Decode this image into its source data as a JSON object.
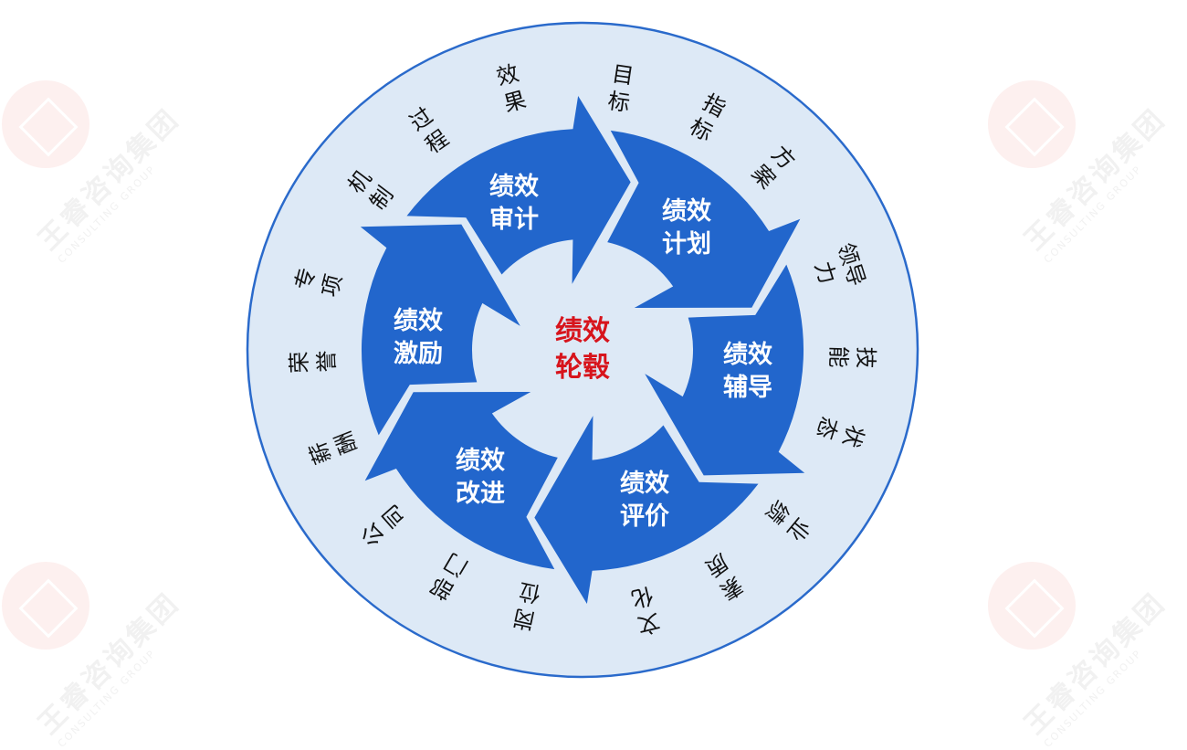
{
  "watermark": {
    "name": "王睿咨询集团",
    "subtitle": "CONSULTING GROUP"
  },
  "colors": {
    "ring_blue": "#2266cc",
    "disc_fill": "#dde9f6",
    "disc_border": "#2a6acb",
    "center_text": "#d7141c",
    "stage_text": "#ffffff",
    "outer_text": "#111111"
  },
  "diagram": {
    "center": {
      "line1": "绩效",
      "line2": "轮毂"
    },
    "stages": [
      {
        "line1": "绩效",
        "line2": "审计"
      },
      {
        "line1": "绩效",
        "line2": "计划"
      },
      {
        "line1": "绩效",
        "line2": "辅导"
      },
      {
        "line1": "绩效",
        "line2": "评价"
      },
      {
        "line1": "绩效",
        "line2": "改进"
      },
      {
        "line1": "绩效",
        "line2": "激励"
      }
    ],
    "outer_labels": [
      {
        "stage": "绩效审计",
        "lines": [
          "效",
          "果"
        ]
      },
      {
        "stage": "绩效审计",
        "lines": [
          "过",
          "程"
        ]
      },
      {
        "stage": "绩效审计",
        "lines": [
          "机",
          "制"
        ]
      },
      {
        "stage": "绩效激励",
        "lines": [
          "专",
          "项"
        ]
      },
      {
        "stage": "绩效激励",
        "lines": [
          "荣",
          "誉"
        ]
      },
      {
        "stage": "绩效激励",
        "lines": [
          "薪",
          "酬"
        ]
      },
      {
        "stage": "绩效改进",
        "lines": [
          "公",
          "司"
        ]
      },
      {
        "stage": "绩效改进",
        "lines": [
          "部",
          "门"
        ]
      },
      {
        "stage": "绩效改进",
        "lines": [
          "岗",
          "位"
        ]
      },
      {
        "stage": "绩效评价",
        "lines": [
          "文",
          "化"
        ]
      },
      {
        "stage": "绩效评价",
        "lines": [
          "素",
          "质"
        ]
      },
      {
        "stage": "绩效评价",
        "lines": [
          "业",
          "绩"
        ]
      },
      {
        "stage": "绩效辅导",
        "lines": [
          "状",
          "态"
        ]
      },
      {
        "stage": "绩效辅导",
        "lines": [
          "技",
          "能"
        ]
      },
      {
        "stage": "绩效辅导",
        "lines": [
          "领导",
          "力"
        ]
      },
      {
        "stage": "绩效计划",
        "lines": [
          "方",
          "案"
        ]
      },
      {
        "stage": "绩效计划",
        "lines": [
          "指",
          "标"
        ]
      },
      {
        "stage": "绩效计划",
        "lines": [
          "目",
          "标"
        ]
      }
    ]
  }
}
